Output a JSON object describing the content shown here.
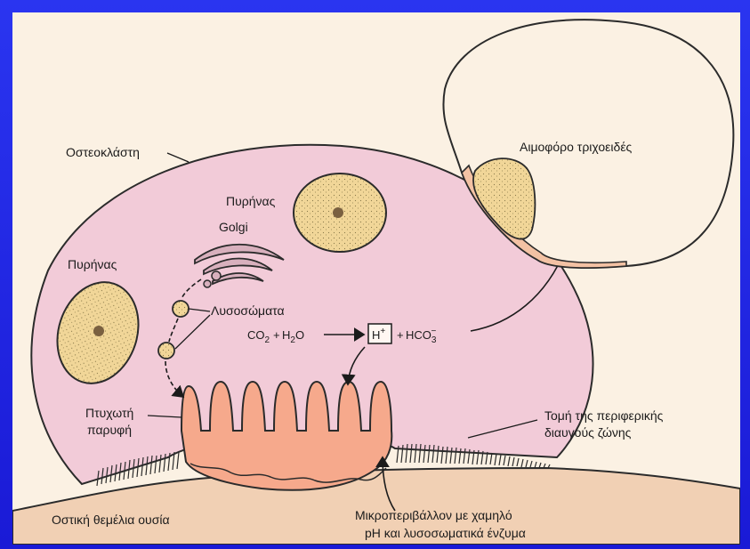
{
  "labels": {
    "osteoclast": "Οστεοκλάστη",
    "nucleus_top": "Πυρήνας",
    "nucleus_left": "Πυρήνας",
    "golgi": "Golgi",
    "lysosomes": "Λυσοσώματα",
    "capillary": "Αιμοφόρο τριχοειδές",
    "ruffled_line1": "Πτυχωτή",
    "ruffled_line2": "παρυφή",
    "clear_zone_line1": "Τομή της περιφερικής",
    "clear_zone_line2": "διαυγούς ζώνης",
    "bone_matrix": "Οστική θεμέλια ουσία",
    "microenv_line1": "Μικροπεριβάλλον με χαμηλό",
    "microenv_line2": "pH και λυσοσωματικά ένζυμα"
  },
  "reaction": {
    "co2": "CO",
    "co2_sub": "2",
    "plus1": "+",
    "h2o_h": "H",
    "h2o_sub": "2",
    "h2o_o": "O",
    "hplus_h": "H",
    "hplus_sup": "+",
    "plus2": "+",
    "hco3": "HCO",
    "hco3_sub": "3",
    "hco3_sup": "−"
  },
  "colors": {
    "frame": "#1b1fd8",
    "background": "#fbf1e3",
    "cell_fill": "#f2cbd8",
    "bone_fill": "#f1d0b4",
    "nucleus_fill": "#f1d698",
    "ruffled_fill": "#f6a98c",
    "capillary_wall": "#f3c2a4"
  }
}
